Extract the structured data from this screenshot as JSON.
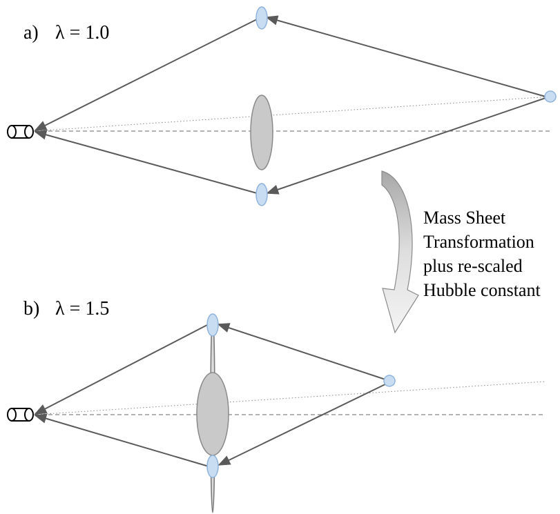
{
  "panel_a": {
    "label": "a)",
    "lambda": "λ = 1.0"
  },
  "panel_b": {
    "label": "b)",
    "lambda": "λ = 1.5"
  },
  "transformation_caption": [
    "Mass Sheet",
    "Transformation",
    "plus re-scaled",
    "Hubble constant"
  ],
  "colors": {
    "image_fill": "#c8dcf2",
    "lens_fill": "#c9c9c9",
    "ray_color": "#5a5a5a"
  },
  "icons": {
    "observer": "telescope-icon",
    "transform_arrow": "curved-arrow-icon"
  }
}
